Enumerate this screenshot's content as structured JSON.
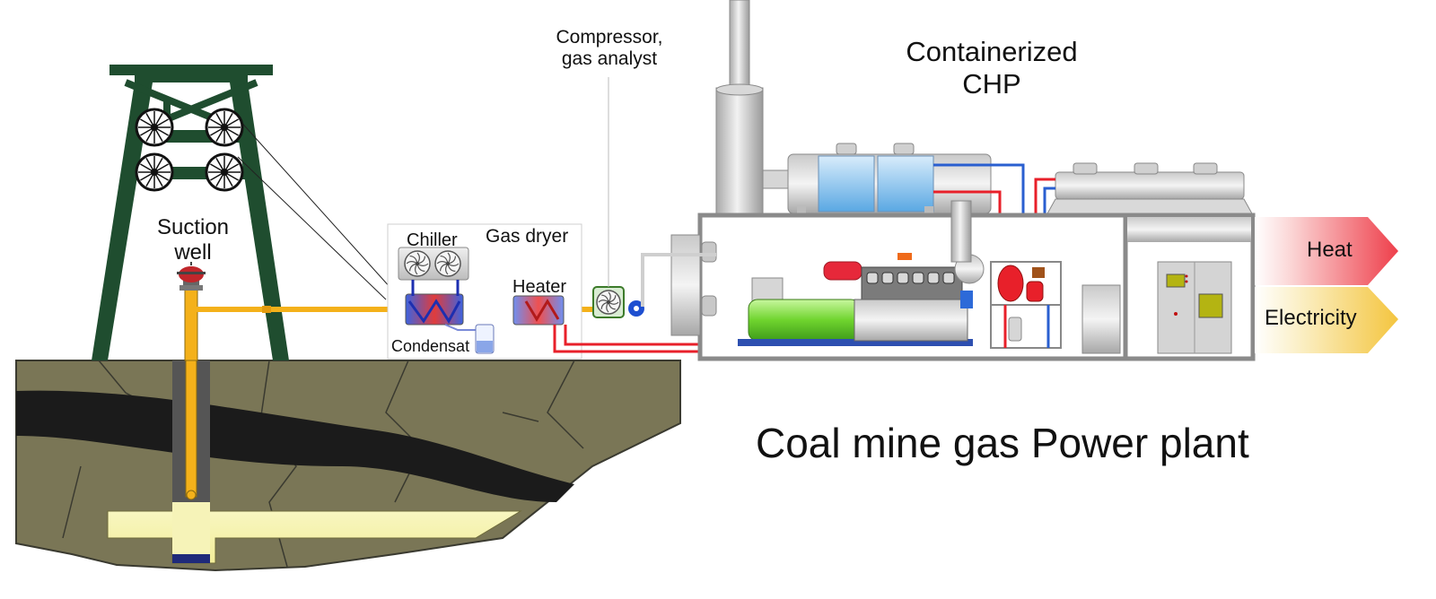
{
  "labels": {
    "suction_well": "Suction well",
    "chiller": "Chiller",
    "gas_dryer": "Gas dryer",
    "heater": "Heater",
    "condensat": "Condensat",
    "compressor": "Compressor, gas analyst",
    "chp": "Containerized CHP",
    "heat": "Heat",
    "electricity": "Electricity",
    "caption": "Coal mine gas Power plant"
  },
  "colors": {
    "headframe": "#1f4d2f",
    "ground": "#7a7656",
    "coal_seam": "#1a1a1a",
    "gas_pipe": "#f4b11a",
    "hot_pipe": "#e8202a",
    "cold_pipe": "#2a5fd0",
    "gas_chamber": "#f8f5b0",
    "generator": "#7ddb3c",
    "heat_arrow": "#ef4a55",
    "electricity_arrow": "#f6cf56"
  },
  "icons": [
    "pulley-icon",
    "wellhead-valve-icon",
    "fan-icon",
    "coil-icon"
  ]
}
